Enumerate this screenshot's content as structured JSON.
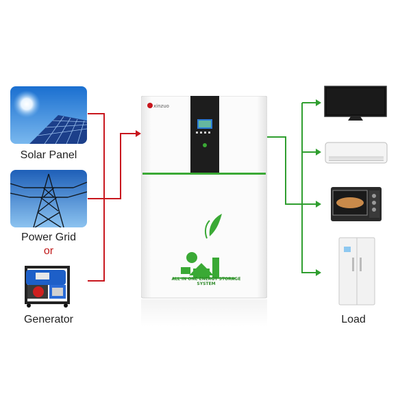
{
  "sources": {
    "solar_label": "Solar Panel",
    "grid_label": "Power Grid",
    "or_label": "or",
    "generator_label": "Generator"
  },
  "unit": {
    "brand_text": "xinzuo",
    "system_text": "ALL IN ONE ENERGY STORAGE SYSTEM"
  },
  "loads": {
    "label": "Load",
    "items": [
      "tv-icon",
      "air-conditioner-icon",
      "oven-icon",
      "refrigerator-icon"
    ]
  },
  "colors": {
    "input_line": "#c8161d",
    "output_line": "#2f9e2f",
    "accent_green": "#3aa935"
  }
}
